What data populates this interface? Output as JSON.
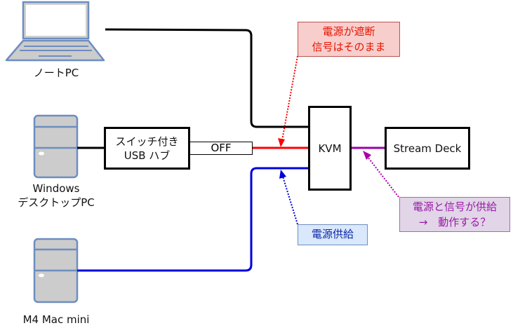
{
  "devices": {
    "laptop": {
      "label": "ノートPC",
      "icon": "laptop-icon"
    },
    "windows_pc": {
      "label_line1": "Windows",
      "label_line2": "デスクトップPC",
      "icon": "desktop-tower-icon"
    },
    "mac_mini": {
      "label": "M4 Mac mini",
      "icon": "desktop-tower-icon"
    }
  },
  "boxes": {
    "usb_hub": {
      "line1": "スイッチ付き",
      "line2": "USB ハブ"
    },
    "off_label": "OFF",
    "kvm": "KVM",
    "stream_deck": "Stream Deck"
  },
  "notes": {
    "power_cut": {
      "line1": "電源が遮断",
      "line2": "信号はそのまま",
      "color": "#e51400"
    },
    "power_supply": {
      "text": "電源供給",
      "color": "#0000ff"
    },
    "power_and_signal": {
      "line1": "電源と信号が供給",
      "line2": "→　動作する？",
      "color": "#9a1aa8"
    }
  },
  "colors": {
    "laptop_line": "#000000",
    "red_line": "#ff0000",
    "blue_line": "#0000cc",
    "purple_line": "#9900aa",
    "icon_stroke": "#6c8ebf",
    "icon_fill": "#cccccc"
  }
}
